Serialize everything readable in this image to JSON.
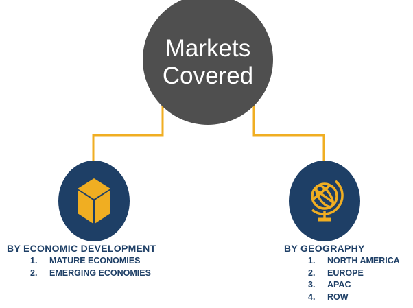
{
  "center": {
    "line1": "Markets",
    "line2": "Covered"
  },
  "colors": {
    "navy": "#1e3f66",
    "accent": "#f0ae22",
    "center": "#4f4f4f"
  },
  "left": {
    "icon": "cube-icon",
    "heading": "BY ECONOMIC DEVELOPMENT",
    "items": [
      {
        "n": "1.",
        "label": "MATURE ECONOMIES"
      },
      {
        "n": "2.",
        "label": "EMERGING ECONOMIES"
      }
    ]
  },
  "right": {
    "icon": "globe-icon",
    "heading": "BY GEOGRAPHY",
    "items": [
      {
        "n": "1.",
        "label": "NORTH AMERICA"
      },
      {
        "n": "2.",
        "label": "EUROPE"
      },
      {
        "n": "3.",
        "label": "APAC"
      },
      {
        "n": "4.",
        "label": "ROW"
      }
    ]
  }
}
